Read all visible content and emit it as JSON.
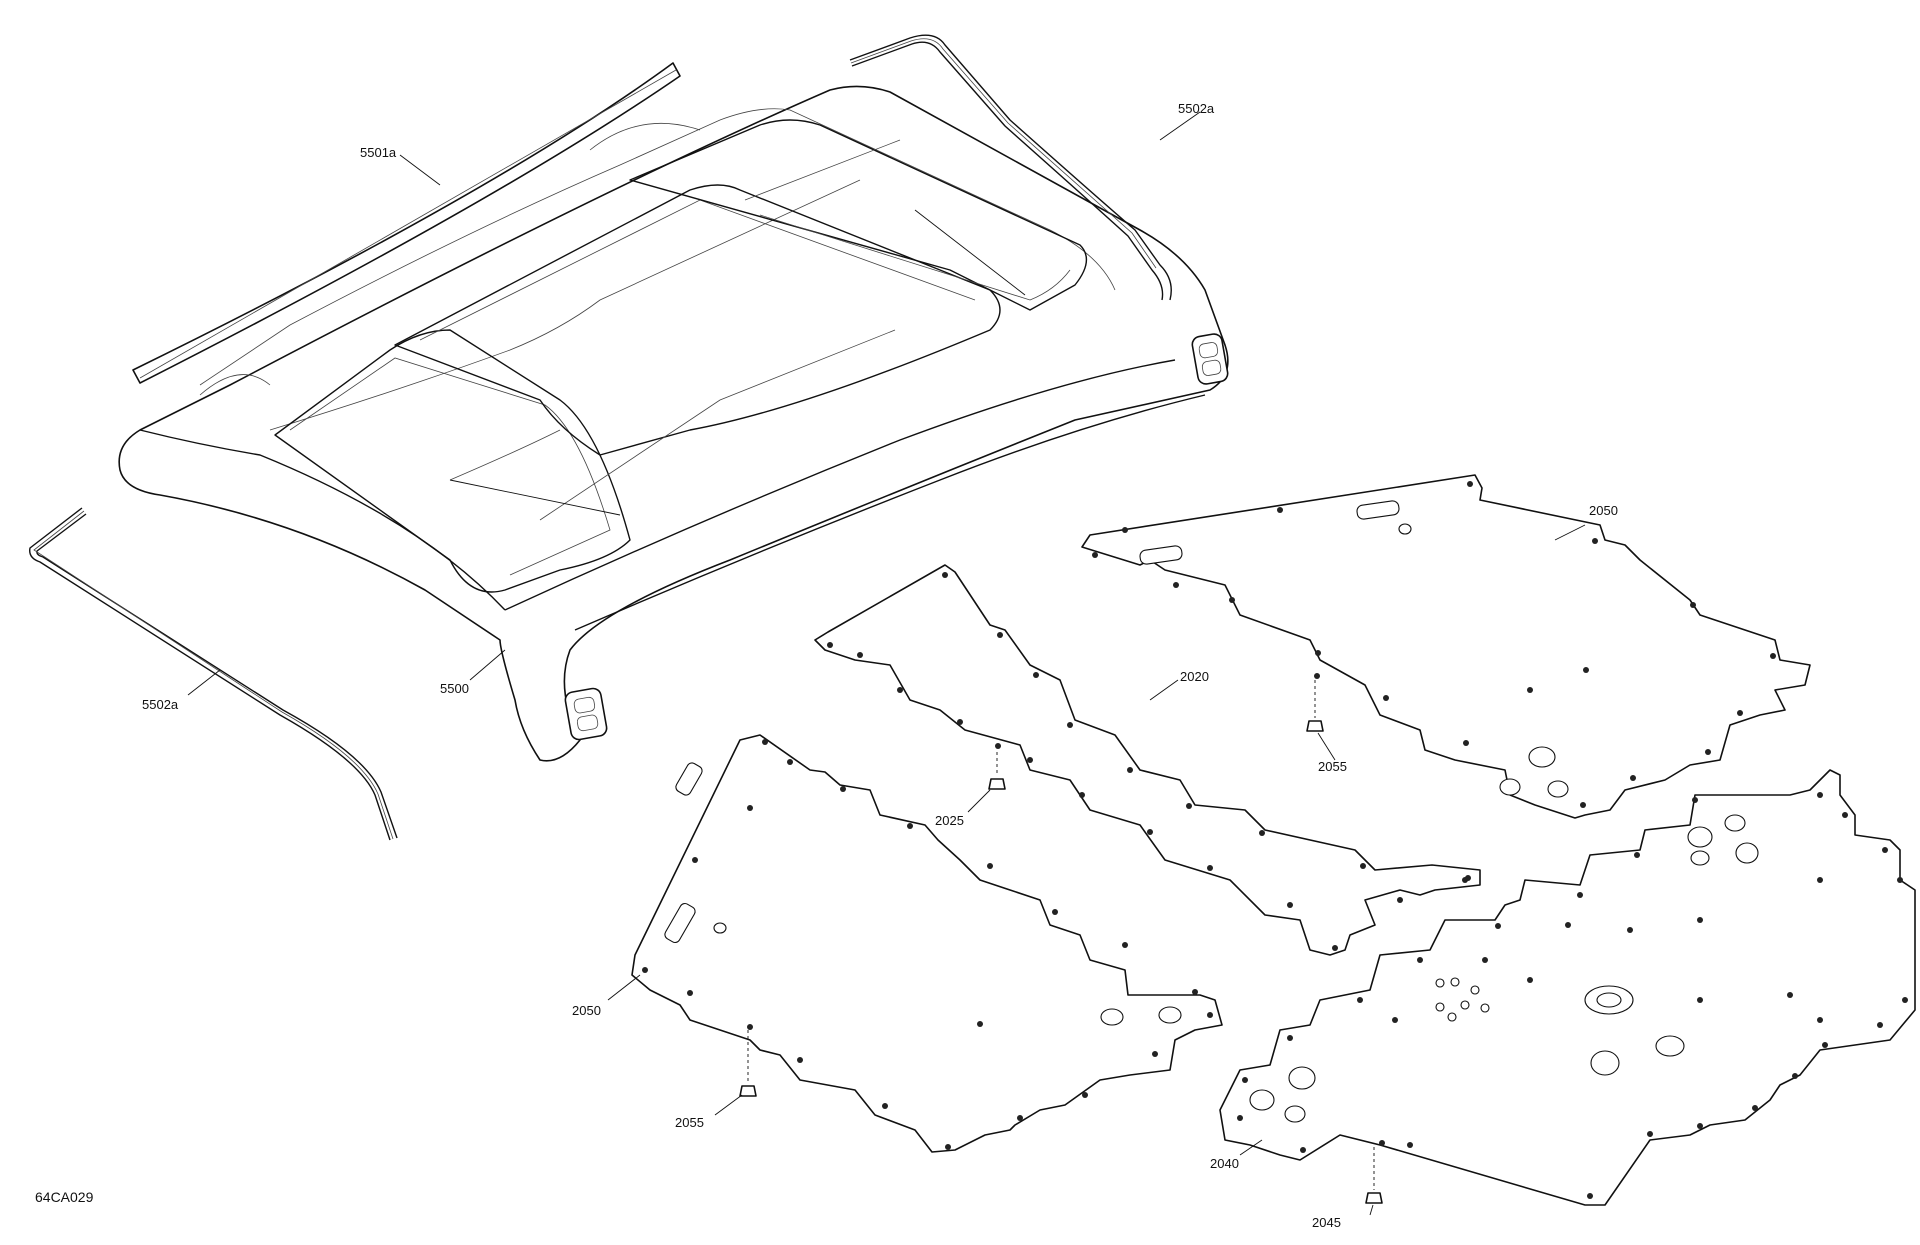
{
  "figure_id": "64CA029",
  "callouts": {
    "roof": "5500",
    "seal_front": "5501a",
    "seal_right": "5502a",
    "seal_left": "5502a",
    "panel_upper_right": "2050",
    "panel_middle": "2020",
    "rivet_middle": "2025",
    "rivet_right": "2055",
    "panel_left": "2050",
    "rivet_left": "2055",
    "panel_floor": "2040",
    "rivet_floor": "2045"
  }
}
